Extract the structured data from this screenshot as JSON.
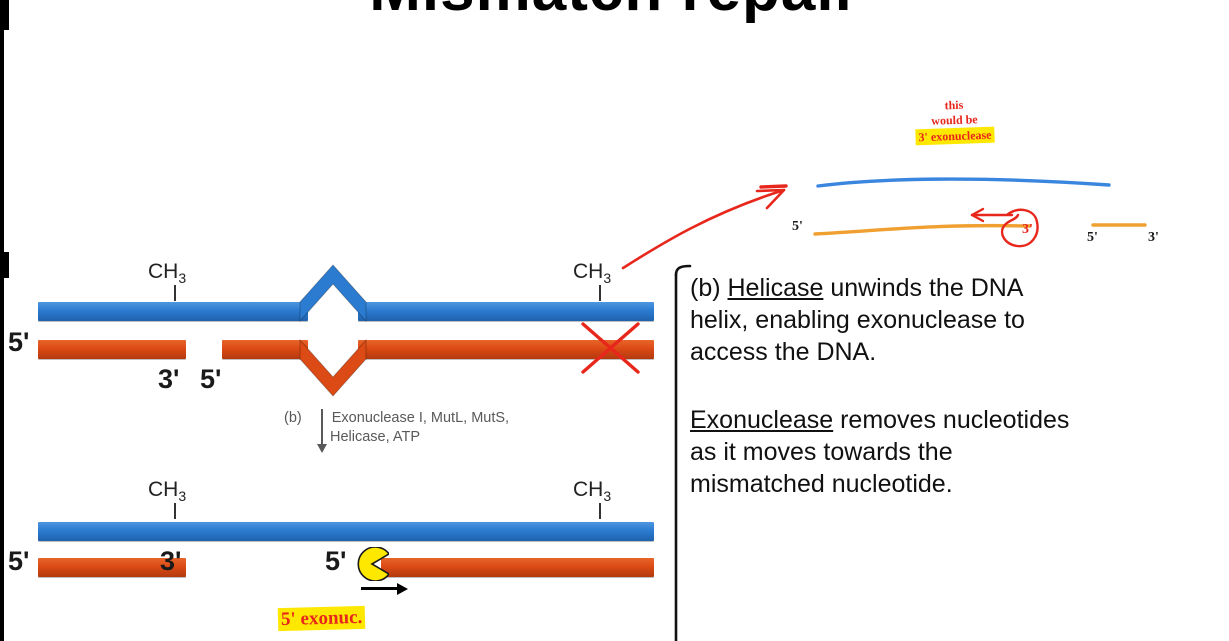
{
  "slide": {
    "title_clipped": "Mismatch repair",
    "background_color": "#ffffff"
  },
  "figure_top": {
    "label_ch3_left": "CH",
    "label_ch3_left_sub": "3",
    "label_ch3_right": "CH",
    "label_ch3_right_sub": "3",
    "prime_5_left": "5'",
    "prime_3_mid": "3'",
    "prime_5_mid": "5'",
    "strand_blue_color": "#2b7bd0",
    "strand_red_color": "#dc4a15",
    "red_x_color": "#e8271c"
  },
  "reaction": {
    "step_label": "(b)",
    "line1": "Exonuclease I, MutL, MutS,",
    "line2": "Helicase, ATP",
    "arrow": "down-arrow"
  },
  "figure_bottom": {
    "label_ch3_left": "CH",
    "label_ch3_left_sub": "3",
    "label_ch3_right": "CH",
    "label_ch3_right_sub": "3",
    "prime_5_left": "5'",
    "prime_3_mid": "3'",
    "prime_5_mid": "5'",
    "pacman_color": "#ffe800",
    "motion_arrow": "right-arrow"
  },
  "annotations": {
    "top_hand_line1": "this",
    "top_hand_line2": "would be",
    "top_hand_line3": "3' exonuclease",
    "top_hand_highlight_color": "#ffe800",
    "top_hand_ink_color": "#e8271c",
    "bottom_hand": "5' exonuc.",
    "bottom_hand_highlight_color": "#ffe800"
  },
  "sketch": {
    "blue_strand_color": "#3a86de",
    "orange_strand_color": "#f0a030",
    "label_5_left": "5'",
    "label_3_enzyme": "3'",
    "label_5_right": "5'",
    "label_3_right": "3'",
    "enzyme_color": "#e8271c",
    "enzyme_arrow": "left-arrow"
  },
  "panel": {
    "para1_step": "(b) ",
    "para1_underlined": "Helicase",
    "para1_rest_line1": " unwinds the DNA",
    "para1_line2": "helix, enabling exonuclease to",
    "para1_line3": "access the DNA.",
    "para2_underlined": "Exonuclease",
    "para2_rest_line1": " removes nucleotides",
    "para2_line2": "as it moves towards the",
    "para2_line3": "mismatched nucleotide."
  }
}
